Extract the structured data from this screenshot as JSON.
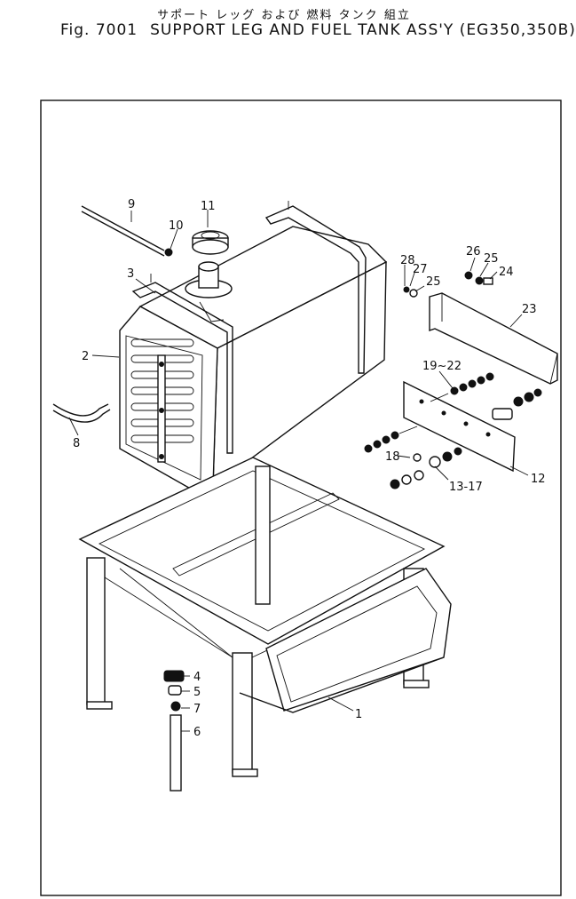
{
  "title": {
    "japanese": "サポート レッグ および 燃料 タンク 組立",
    "figure_number": "Fig. 7001",
    "english": "SUPPORT LEG AND FUEL TANK ASS'Y (EG350,350B)"
  },
  "callouts": {
    "c1": "1",
    "c2": "2",
    "c3": "3",
    "c4": "4",
    "c5": "5",
    "c6": "6",
    "c7": "7",
    "c8": "8",
    "c9": "9",
    "c10": "10",
    "c11": "11",
    "c12": "12",
    "c13_17": "13-17",
    "c18": "18",
    "c19_22": "19~22",
    "c23": "23",
    "c24": "24",
    "c25a": "25",
    "c25b": "25",
    "c26": "26",
    "c27": "27",
    "c28": "28"
  }
}
